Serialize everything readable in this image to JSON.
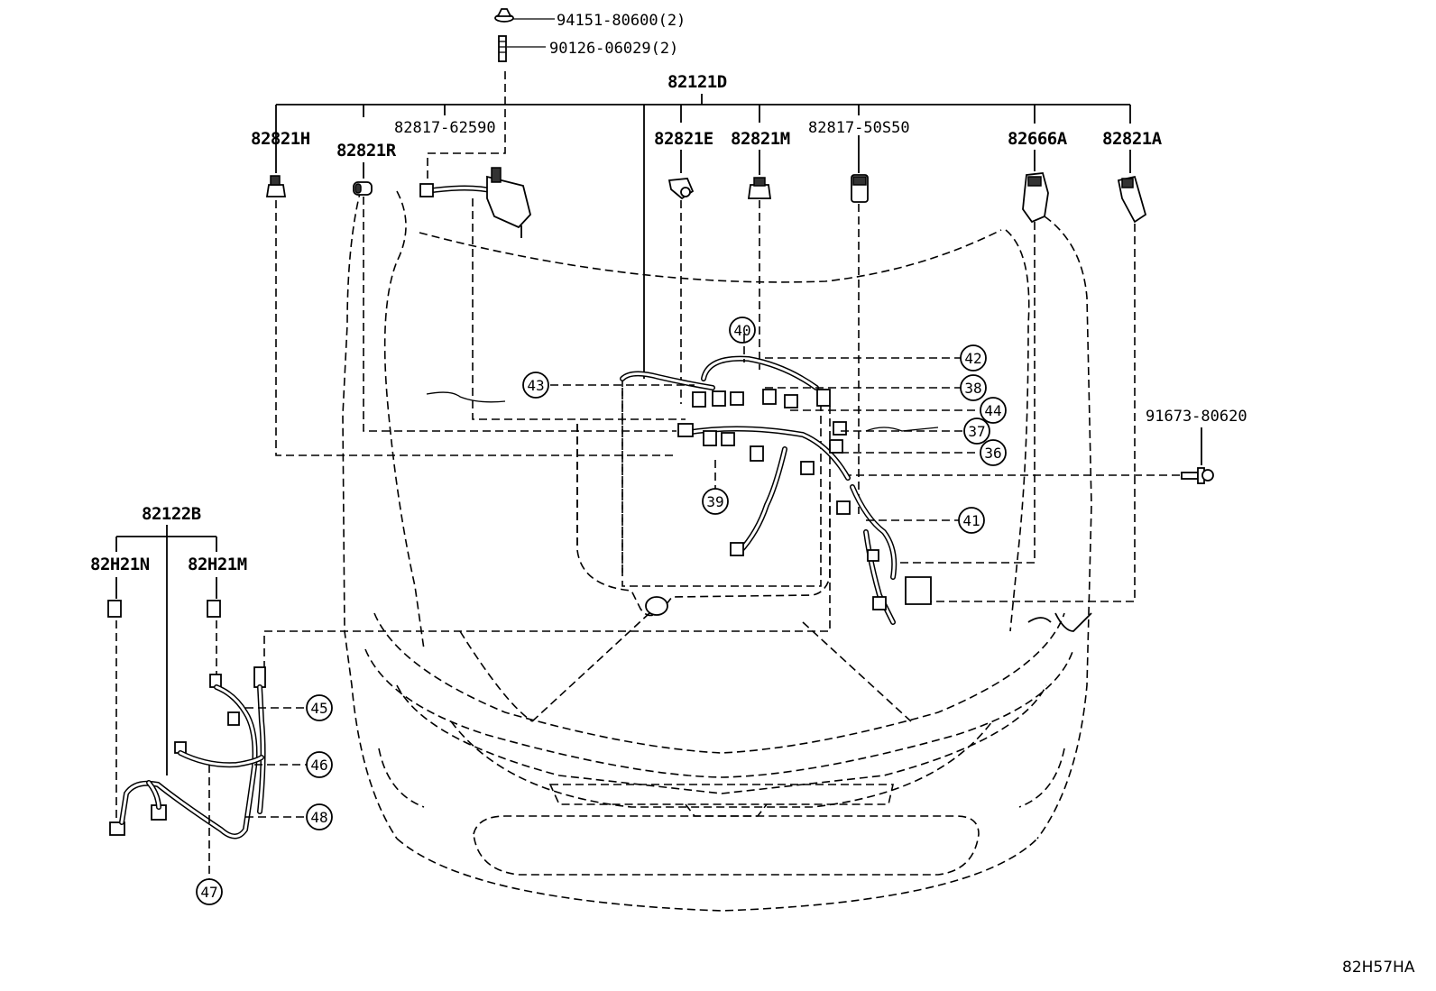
{
  "labels": {
    "nut": "94151-80600(2)",
    "stud": "90126-06029(2)",
    "main_harness": "82121D",
    "clamp_a": "82817-62590",
    "clamp_b": "82817-50S50",
    "conn_h": "82821H",
    "conn_r": "82821R",
    "conn_e": "82821E",
    "conn_m": "82821M",
    "conn_666a": "82666A",
    "conn_a": "82821A",
    "bolt": "91673-80620",
    "sub_harness": "82122B",
    "sub_n": "82H21N",
    "sub_m": "82H21M"
  },
  "callouts": [
    "36",
    "37",
    "38",
    "39",
    "40",
    "41",
    "42",
    "43",
    "44",
    "45",
    "46",
    "47",
    "48"
  ],
  "ref_code": "82H57HA"
}
